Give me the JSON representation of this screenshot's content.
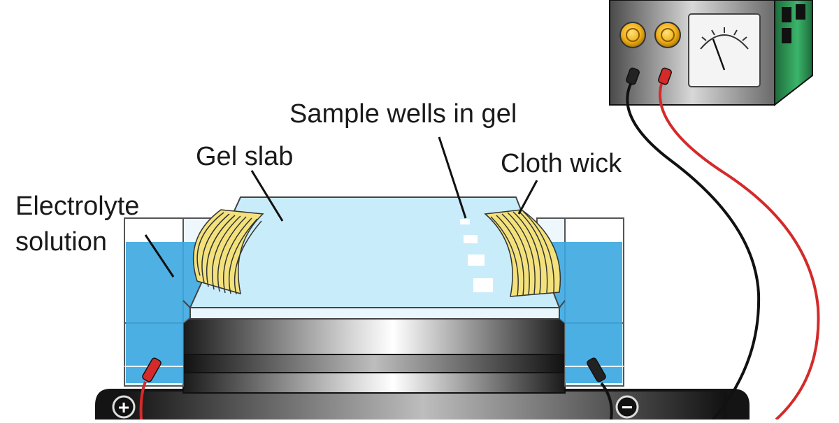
{
  "labels": {
    "electrolyte_line1": "Electrolyte",
    "electrolyte_line2": "solution",
    "gel_slab": "Gel slab",
    "sample_wells": "Sample wells in gel",
    "cloth_wick": "Cloth wick"
  },
  "electrodes": {
    "positive": "+",
    "negative": "−"
  },
  "colors": {
    "gel": "#c9ecfa",
    "electrolyte": "#3ca7e0",
    "wick": "#f3e27c",
    "positive_lead": "#d42a2a",
    "negative_lead": "#111111",
    "power_supply": "#2f9a55",
    "knob": "#f2b21b"
  }
}
